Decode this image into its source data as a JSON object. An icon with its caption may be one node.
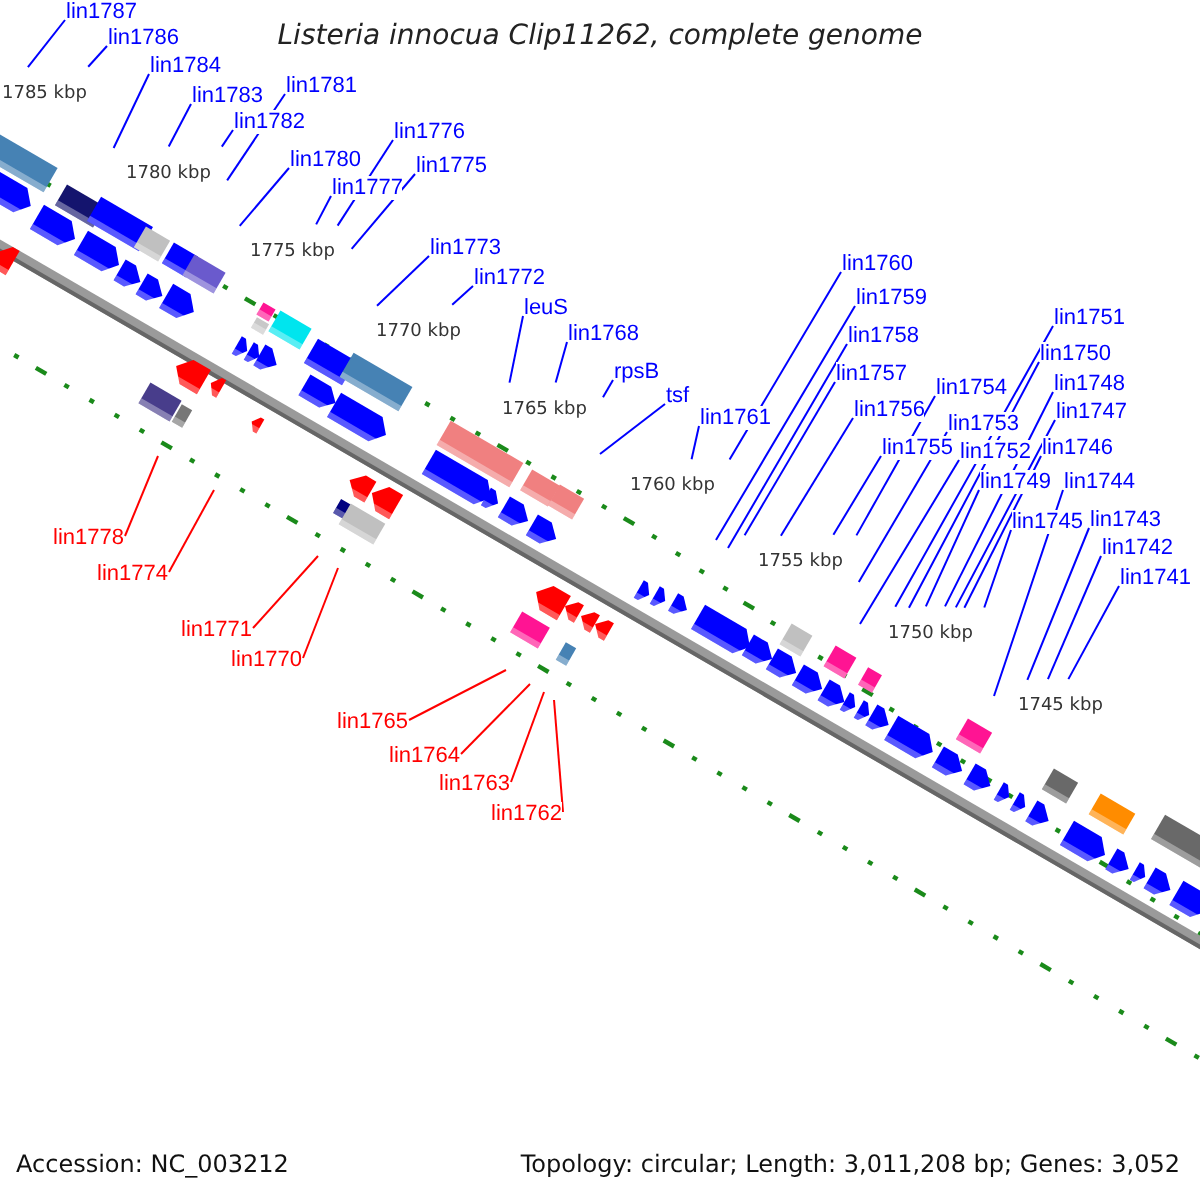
{
  "diagram": {
    "title": "Listeria innocua Clip11262, complete genome",
    "nodes": [
      {
        "text": [
          "lin1787"
        ]
      },
      {
        "text": [
          "lin1786"
        ]
      },
      {
        "text": [
          "lin1784"
        ]
      },
      {
        "text": [
          "lin1783"
        ]
      },
      {
        "text": [
          "lin1781"
        ]
      },
      {
        "text": [
          "lin1782"
        ]
      },
      {
        "text": [
          "lin1780"
        ]
      },
      {
        "text": [
          "lin1776"
        ]
      },
      {
        "text": [
          "lin1777"
        ]
      },
      {
        "text": [
          "lin1775"
        ]
      },
      {
        "text": [
          "lin1773"
        ]
      },
      {
        "text": [
          "lin1772"
        ]
      },
      {
        "text": [
          "leuS"
        ]
      },
      {
        "text": [
          "lin1768"
        ]
      },
      {
        "text": [
          "rpsB"
        ]
      },
      {
        "text": [
          "tsf"
        ]
      },
      {
        "text": [
          "lin1761"
        ]
      },
      {
        "text": [
          "lin1760"
        ]
      },
      {
        "text": [
          "lin1759"
        ]
      },
      {
        "text": [
          "lin1758"
        ]
      },
      {
        "text": [
          "lin1757"
        ]
      },
      {
        "text": [
          "lin1756"
        ]
      },
      {
        "text": [
          "lin1755"
        ]
      },
      {
        "text": [
          "lin1754"
        ]
      },
      {
        "text": [
          "lin1753"
        ]
      },
      {
        "text": [
          "lin1752"
        ]
      },
      {
        "text": [
          "lin1751"
        ]
      },
      {
        "text": [
          "lin1750"
        ]
      },
      {
        "text": [
          "lin1748"
        ]
      },
      {
        "text": [
          "lin1747"
        ]
      },
      {
        "text": [
          "lin1746"
        ]
      },
      {
        "text": [
          "lin1749"
        ]
      },
      {
        "text": [
          "lin1744"
        ]
      },
      {
        "text": [
          "lin1745"
        ]
      },
      {
        "text": [
          "lin1743"
        ]
      },
      {
        "text": [
          "lin1742"
        ]
      },
      {
        "text": [
          "lin1741"
        ]
      },
      {
        "text": [
          "lin1778"
        ]
      },
      {
        "text": [
          "lin1774"
        ]
      },
      {
        "text": [
          "lin1771"
        ]
      },
      {
        "text": [
          "lin1770"
        ]
      },
      {
        "text": [
          "lin1765"
        ]
      },
      {
        "text": [
          "lin1764"
        ]
      },
      {
        "text": [
          "lin1763"
        ]
      },
      {
        "text": [
          "lin1762"
        ]
      }
    ],
    "edges": [
      {
        "from": 0,
        "to": null,
        "arrow": "none"
      },
      {
        "from": 1,
        "to": null,
        "arrow": "none"
      },
      {
        "from": 2,
        "to": null,
        "arrow": "none"
      },
      {
        "from": 3,
        "to": null,
        "arrow": "none"
      },
      {
        "from": 4,
        "to": null,
        "arrow": "none"
      },
      {
        "from": 5,
        "to": null,
        "arrow": "none"
      },
      {
        "from": 6,
        "to": null,
        "arrow": "none"
      },
      {
        "from": 7,
        "to": null,
        "arrow": "none"
      },
      {
        "from": 8,
        "to": null,
        "arrow": "none"
      },
      {
        "from": 9,
        "to": null,
        "arrow": "none"
      },
      {
        "from": 10,
        "to": null,
        "arrow": "none"
      },
      {
        "from": 11,
        "to": null,
        "arrow": "none"
      },
      {
        "from": 12,
        "to": null,
        "arrow": "none"
      },
      {
        "from": 13,
        "to": null,
        "arrow": "none"
      },
      {
        "from": 14,
        "to": null,
        "arrow": "none"
      },
      {
        "from": 15,
        "to": null,
        "arrow": "none"
      },
      {
        "from": 16,
        "to": null,
        "arrow": "none"
      },
      {
        "from": 17,
        "to": null,
        "arrow": "none"
      },
      {
        "from": 18,
        "to": null,
        "arrow": "none"
      },
      {
        "from": 19,
        "to": null,
        "arrow": "none"
      },
      {
        "from": 20,
        "to": null,
        "arrow": "none"
      },
      {
        "from": 21,
        "to": null,
        "arrow": "none"
      },
      {
        "from": 22,
        "to": null,
        "arrow": "none"
      },
      {
        "from": 23,
        "to": null,
        "arrow": "none"
      },
      {
        "from": 24,
        "to": null,
        "arrow": "none"
      },
      {
        "from": 25,
        "to": null,
        "arrow": "none"
      },
      {
        "from": 26,
        "to": null,
        "arrow": "none"
      },
      {
        "from": 27,
        "to": null,
        "arrow": "none"
      },
      {
        "from": 28,
        "to": null,
        "arrow": "none"
      },
      {
        "from": 29,
        "to": null,
        "arrow": "none"
      },
      {
        "from": 30,
        "to": null,
        "arrow": "none"
      },
      {
        "from": 31,
        "to": null,
        "arrow": "none"
      },
      {
        "from": 32,
        "to": null,
        "arrow": "none"
      },
      {
        "from": 33,
        "to": null,
        "arrow": "none"
      },
      {
        "from": 34,
        "to": null,
        "arrow": "none"
      },
      {
        "from": 35,
        "to": null,
        "arrow": "none"
      },
      {
        "from": 36,
        "to": null,
        "arrow": "none"
      },
      {
        "from": 37,
        "to": null,
        "arrow": "none",
        "color": "#ff0000"
      },
      {
        "from": 38,
        "to": null,
        "arrow": "none",
        "color": "#ff0000"
      },
      {
        "from": 39,
        "to": null,
        "arrow": "none",
        "color": "#ff0000"
      },
      {
        "from": 40,
        "to": null,
        "arrow": "none",
        "color": "#ff0000"
      },
      {
        "from": 41,
        "to": null,
        "arrow": "none",
        "color": "#ff0000"
      },
      {
        "from": 42,
        "to": null,
        "arrow": "none",
        "color": "#ff0000"
      },
      {
        "from": 43,
        "to": null,
        "arrow": "none",
        "color": "#ff0000"
      },
      {
        "from": 44,
        "to": null,
        "arrow": "none",
        "color": "#ff0000"
      }
    ],
    "labels": [
      "1785 kbp",
      "1780 kbp",
      "1775 kbp",
      "1770 kbp",
      "1765 kbp",
      "1760 kbp",
      "1755 kbp",
      "1750 kbp",
      "1745 kbp",
      "Accession: NC_003212",
      "Topology: circular; Length: 3,011,208 bp; Genes: 3,052"
    ]
  }
}
